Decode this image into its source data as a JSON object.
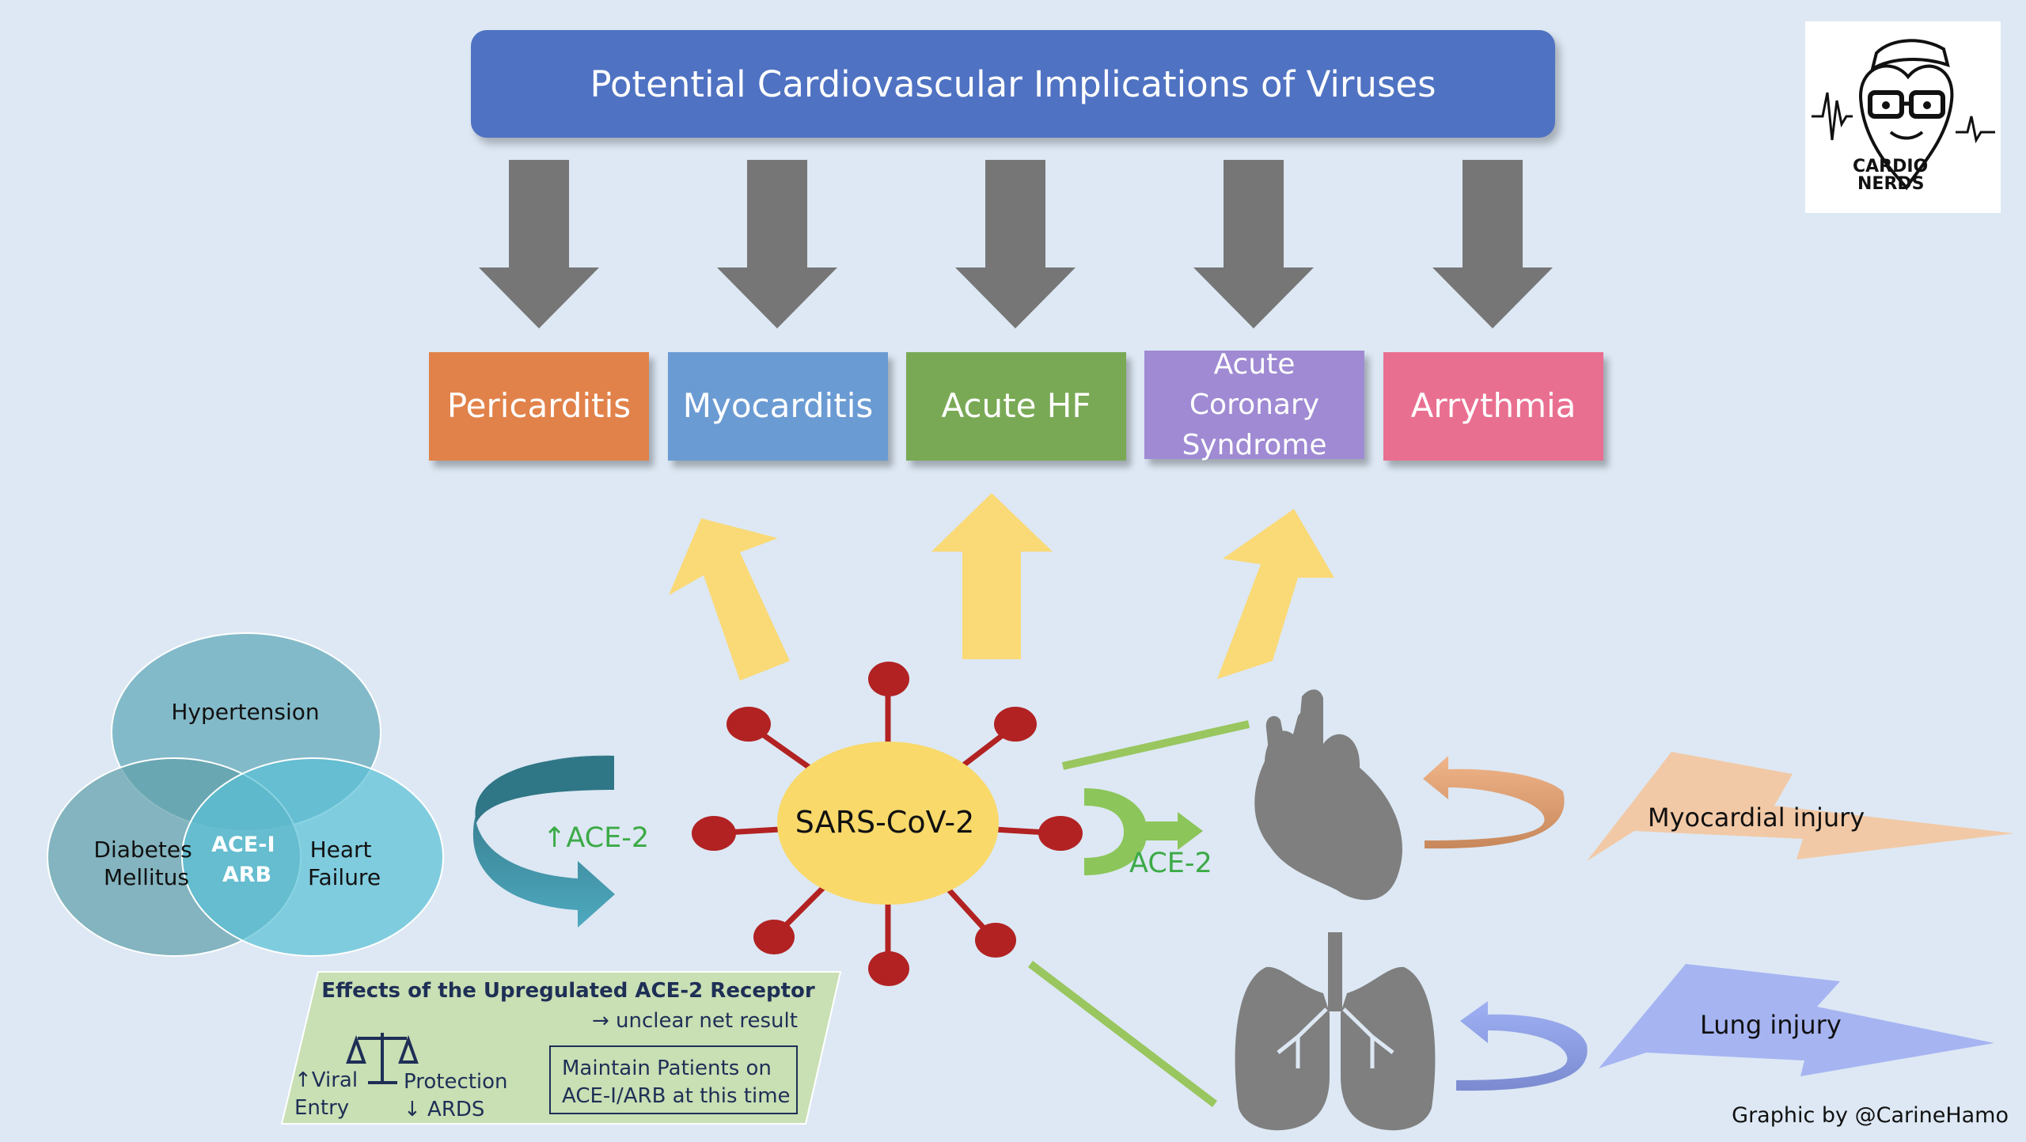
{
  "title": "Potential Cardiovascular Implications of Viruses",
  "conditions": [
    {
      "label": "Pericarditis",
      "color": "#e1824a"
    },
    {
      "label": "Myocarditis",
      "color": "#6b9bd3"
    },
    {
      "label": "Acute HF",
      "color": "#79a955"
    },
    {
      "label": "Acute Coronary Syndrome",
      "lines": [
        "Acute",
        "Coronary",
        "Syndrome"
      ],
      "color": "#9f8ad3"
    },
    {
      "label": "Arrythmia",
      "color": "#e96f90"
    }
  ],
  "virus": {
    "label": "SARS-CoV-2",
    "body_color": "#f9d96a",
    "spike_color": "#b22222"
  },
  "receptor": {
    "label": "ACE-2",
    "color": "#8cc55a"
  },
  "upregulation": {
    "label": "↑ACE-2"
  },
  "venn": {
    "top": "Hypertension",
    "left_lines": [
      "Diabetes",
      "Mellitus"
    ],
    "right_lines": [
      "Heart",
      "Failure"
    ],
    "center_lines": [
      "ACE-I",
      "ARB"
    ]
  },
  "effects": {
    "title": "Effects of the Upregulated ACE-2 Receptor",
    "result": "→ unclear net result",
    "viral_entry_lines": [
      "↑Viral",
      "Entry"
    ],
    "protection_lines": [
      "Protection",
      "↓ ARDS"
    ],
    "maintain_lines": [
      "Maintain Patients on",
      "ACE-I/ARB at this time"
    ]
  },
  "injuries": {
    "myocardial": "Myocardial injury",
    "lung": "Lung injury"
  },
  "logo": {
    "lines": [
      "CARDIO",
      "NERDS"
    ]
  },
  "credit": "Graphic by @CarineHamo",
  "colors": {
    "background": "#dde8f4",
    "title_bg": "#4f72c2",
    "down_arrow": "#767676",
    "up_arrow": "#fad977",
    "organ": "#7f7f7f",
    "effects_bg": "#c9dfb4",
    "myocardial_bolt": "#f2c9a6",
    "lung_bolt": "#a6b4f2"
  }
}
